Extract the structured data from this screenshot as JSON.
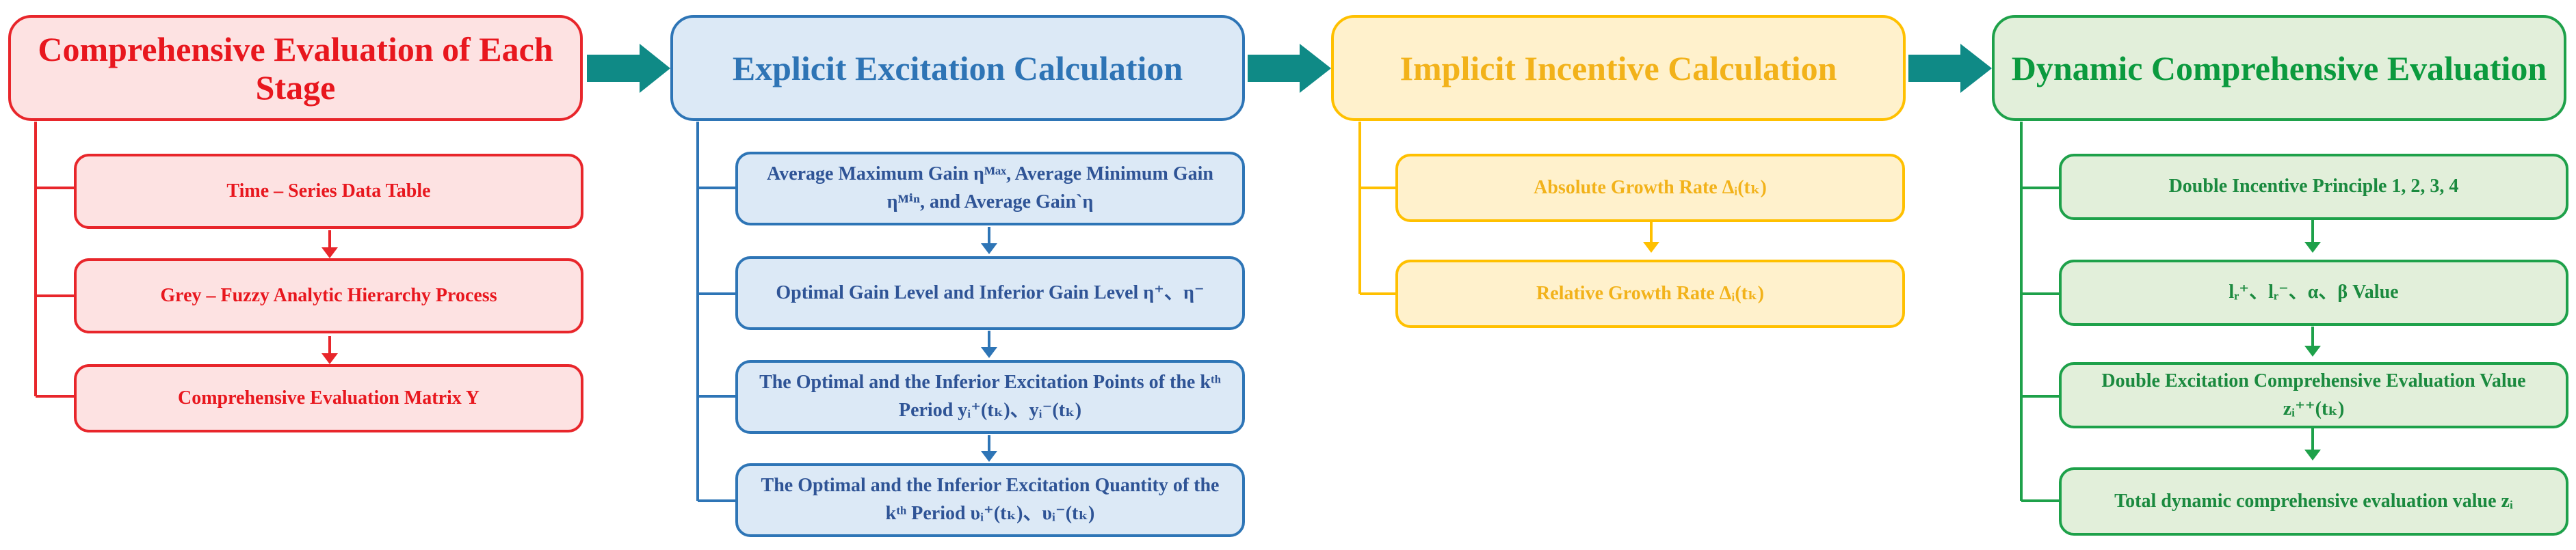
{
  "columns": [
    {
      "title": "Comprehensive Evaluation of Each Stage",
      "color": "#e8262b",
      "items": [
        "Time – Series Data Table",
        "Grey – Fuzzy Analytic Hierarchy Process",
        "Comprehensive Evaluation Matrix Y"
      ]
    },
    {
      "title": "Explicit Excitation Calculation",
      "color": "#2e75b6",
      "items": [
        "Average Maximum Gain ηᴹᵃˣ, Average Minimum Gain ηᴹⁱⁿ, and Average Gain`η",
        "Optimal Gain Level and Inferior Gain Level η⁺、η⁻",
        "The Optimal and the Inferior Excitation Points of the kᵗʰ Period yᵢ⁺(tₖ)、yᵢ⁻(tₖ)",
        "The Optimal and the Inferior Excitation Quantity of the kᵗʰ Period υᵢ⁺(tₖ)、υᵢ⁻(tₖ)"
      ]
    },
    {
      "title": "Implicit Incentive Calculation",
      "color": "#ffc000",
      "items": [
        "Absolute Growth Rate Δᵢ(tₖ)",
        "Relative Growth Rate Δᵢ(tₖ)"
      ]
    },
    {
      "title": "Dynamic Comprehensive Evaluation",
      "color": "#1ea14a",
      "items": [
        "Double Incentive Principle 1, 2, 3, 4",
        "lᵣ⁺、lᵣ⁻、α、β Value",
        "Double Excitation Comprehensive Evaluation Value zᵢ⁺⁺(tₖ)",
        "Total dynamic comprehensive evaluation value zᵢ"
      ]
    }
  ]
}
